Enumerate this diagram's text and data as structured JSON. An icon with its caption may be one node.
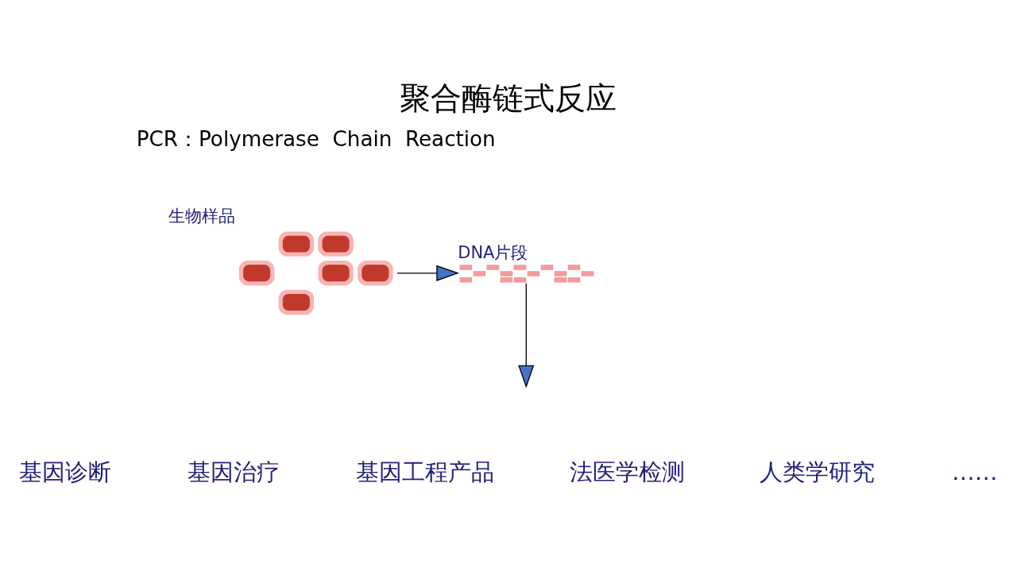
{
  "diagram": {
    "title": "聚合酶链式反应",
    "nodes": [
      {
        "text": [],
        "shape": "picture",
        "beside": [
          "生物样品"
        ]
      },
      {
        "text": [],
        "shape": "picture",
        "beside": [
          "DNA片段"
        ]
      }
    ],
    "edges": [
      {
        "from": 0,
        "to": 1,
        "arrow": "to"
      },
      {
        "from": 1,
        "to": null,
        "arrow": "to"
      }
    ],
    "labels": [
      "PCR：Polymerase  Chain  Reaction",
      "基因诊断",
      "基因治疗",
      "基因工程产品",
      "法医学检测",
      "人类学研究",
      "……"
    ]
  }
}
